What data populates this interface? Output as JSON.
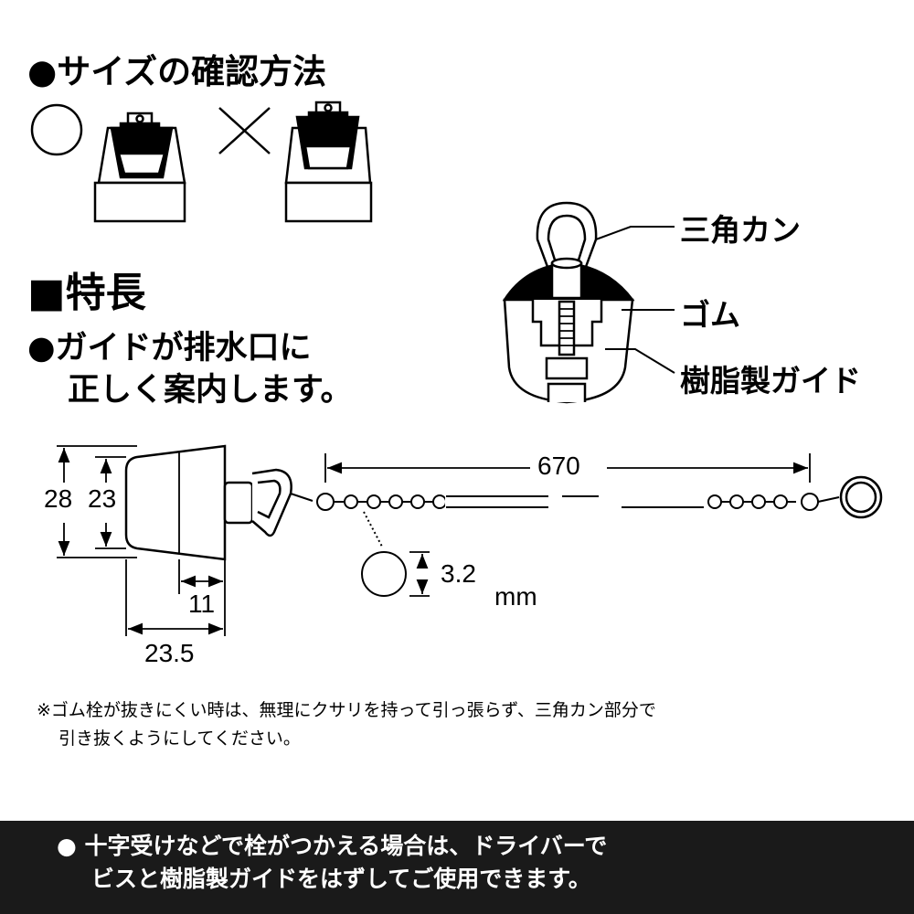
{
  "section_check": {
    "title": "●サイズの確認方法"
  },
  "section_features": {
    "title": "■特長",
    "point": [
      "●ガイドが排水口に",
      "正しく案内します。"
    ]
  },
  "parts": {
    "triangle_ring": "三角カン",
    "rubber": "ゴム",
    "resin_guide": "樹脂製ガイド"
  },
  "dimensions": {
    "outer_diameter": "28",
    "inner_diameter": "23",
    "guide_length": "11",
    "total_length": "23.5",
    "chain_length": "670",
    "ball_diameter": "3.2",
    "unit": "mm"
  },
  "note": [
    "※ゴム栓が抜きにくい時は、無理にクサリを持って引っ張らず、三角カン部分で",
    "引き抜くようにしてください。"
  ],
  "footer": [
    "●  十字受けなどで栓がつかえる場合は、ドライバーで",
    "ビスと樹脂製ガイドをはずしてご使用できます。"
  ],
  "colors": {
    "ink": "#000000",
    "footer_bg": "#1a1a1a",
    "footer_text": "#ffffff"
  }
}
